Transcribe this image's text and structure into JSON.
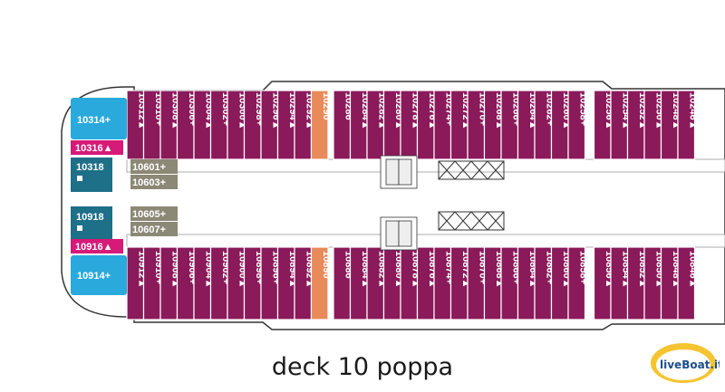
{
  "caption": "deck 10 poppa",
  "logo": {
    "text": "liveBoat.it"
  },
  "colors": {
    "cabin": "#8a1a5a",
    "suite": "#29a9dc",
    "suite_dark": "#1e6f88",
    "suite_pink": "#d61a78",
    "grey": "#8b8876",
    "orange": "#e98a5a"
  },
  "top_row": [
    "10312▲",
    "10310+",
    "10308▲",
    "10306+",
    "10304▲",
    "10302+",
    "10300▲",
    "10298+",
    "10296▲",
    "10294▲",
    "10292▲",
    "10290",
    "10286",
    "10284▲",
    "10282▲",
    "10280▲",
    "10278▲",
    "10276▲",
    "10274+",
    "10272▲",
    "10270+",
    "10268▲",
    "10266+",
    "10264▲",
    "10262+",
    "10260▲",
    "10258+",
    "10256▲",
    "10254▲",
    "10252▲",
    "10250▲",
    "10248▲",
    "10246▲"
  ],
  "bottom_row": [
    "10912▲",
    "10910+",
    "10908▲",
    "10906+",
    "10904▲",
    "10902+",
    "10900▲",
    "10898+",
    "10896+",
    "10894▲",
    "10892▲",
    "10890",
    "10886",
    "10884▲",
    "10882▲",
    "10880▲",
    "10878▲",
    "10876▲",
    "10874+",
    "10872▲",
    "10870+",
    "10868▲",
    "10866+",
    "10864▲",
    "10862+",
    "10860▲",
    "10858+",
    "10856▲",
    "10854▲",
    "10852▲",
    "10850▲",
    "10848▲",
    "10846▲"
  ],
  "suites": {
    "s1": "10314+",
    "s2": "10316▲",
    "s3": "10318",
    "s4": "10918",
    "s5": "10916▲",
    "s6": "10914+"
  },
  "grey_cabins": [
    "10601+",
    "10603+",
    "10605+",
    "10607+"
  ]
}
